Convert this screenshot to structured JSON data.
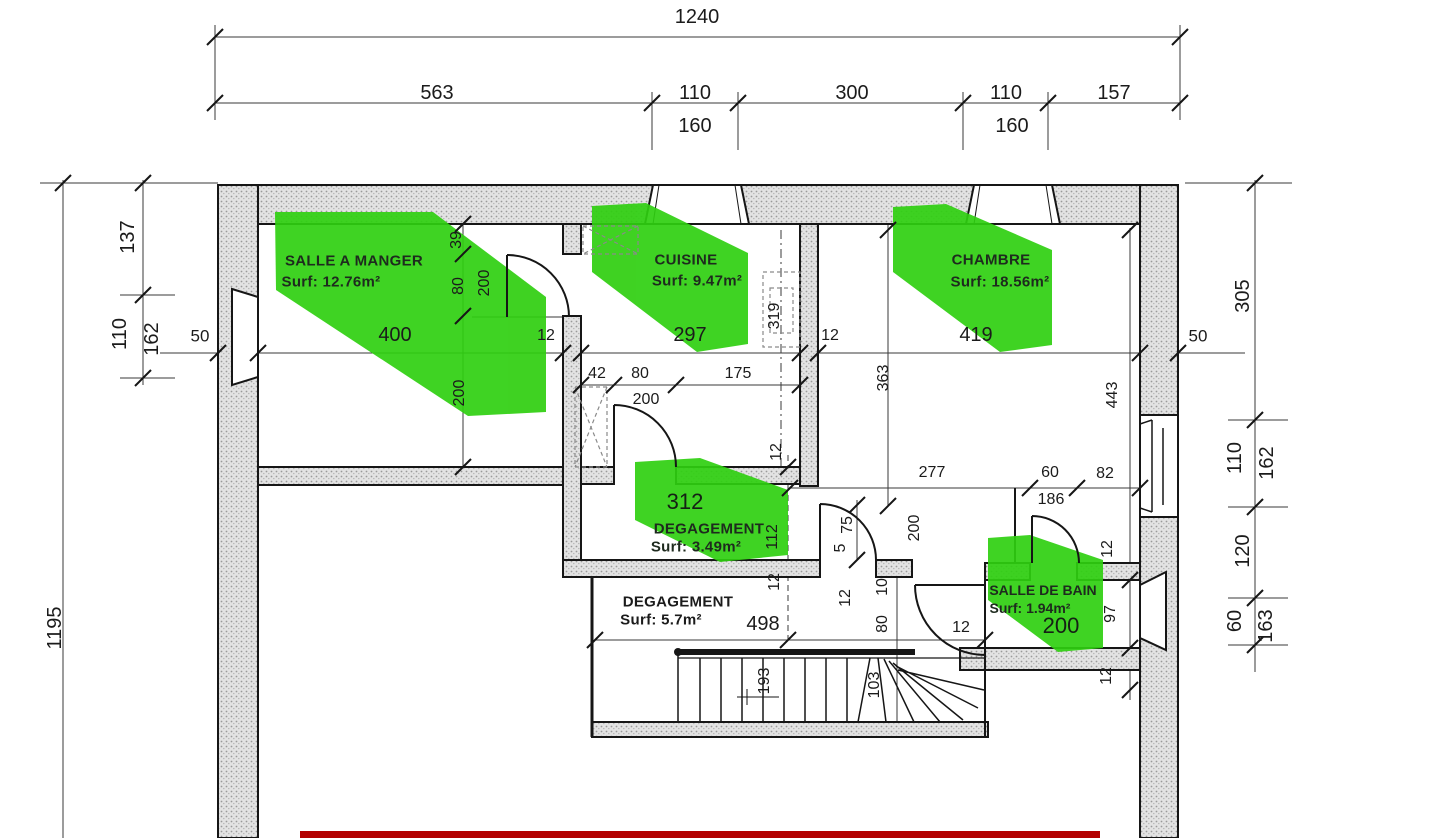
{
  "colors": {
    "highlight_green": "#2fcf10",
    "wall_gray": "#e2e2e2",
    "line_black": "#1a1a1a",
    "marker_red": "#b30000"
  },
  "rooms": [
    {
      "id": "salle-a-manger",
      "name": "SALLE A MANGER",
      "surface": "Surf: 12.76m²"
    },
    {
      "id": "cuisine",
      "name": "CUISINE",
      "surface": "Surf: 9.47m²"
    },
    {
      "id": "chambre",
      "name": "CHAMBRE",
      "surface": "Surf: 18.56m²"
    },
    {
      "id": "degagement-312",
      "number": "312",
      "name": "DEGAGEMENT",
      "surface": "Surf: 3.49m²"
    },
    {
      "id": "salle-de-bain",
      "name": "SALLE DE BAIN",
      "surface": "Surf: 1.94m²",
      "number": "200"
    },
    {
      "id": "degagement",
      "name": "DEGAGEMENT",
      "surface": "Surf: 5.7m²"
    }
  ],
  "dimensions": {
    "top": {
      "overall": "1240",
      "row": [
        "563",
        "110",
        "300",
        "110",
        "157"
      ],
      "sub": [
        "160",
        "160"
      ]
    },
    "left": {
      "chain": [
        "137",
        "110",
        "162"
      ],
      "overall": "1195",
      "wall": "50"
    },
    "right": {
      "chain": [
        "305",
        "110",
        "162",
        "120",
        "60",
        "163"
      ],
      "wall": "50"
    },
    "main_row": [
      "400",
      "12",
      "297",
      "12",
      "419"
    ],
    "salle_a_manger": [
      "39",
      "80",
      "200",
      "200"
    ],
    "cuisine": {
      "row": [
        "42",
        "80",
        "175"
      ],
      "door": "200",
      "duct": "319",
      "wall": "12"
    },
    "chambre": {
      "height": "363",
      "height2": "443",
      "row": [
        "277",
        "60",
        "82"
      ],
      "sub": "186"
    },
    "lobby": [
      "112",
      "75",
      "5",
      "200",
      "12",
      "12",
      "10",
      "80",
      "12"
    ],
    "corridor": {
      "width": "498"
    },
    "stairs": [
      "193",
      "103"
    ],
    "bathroom": [
      "12",
      "97",
      "12"
    ]
  }
}
